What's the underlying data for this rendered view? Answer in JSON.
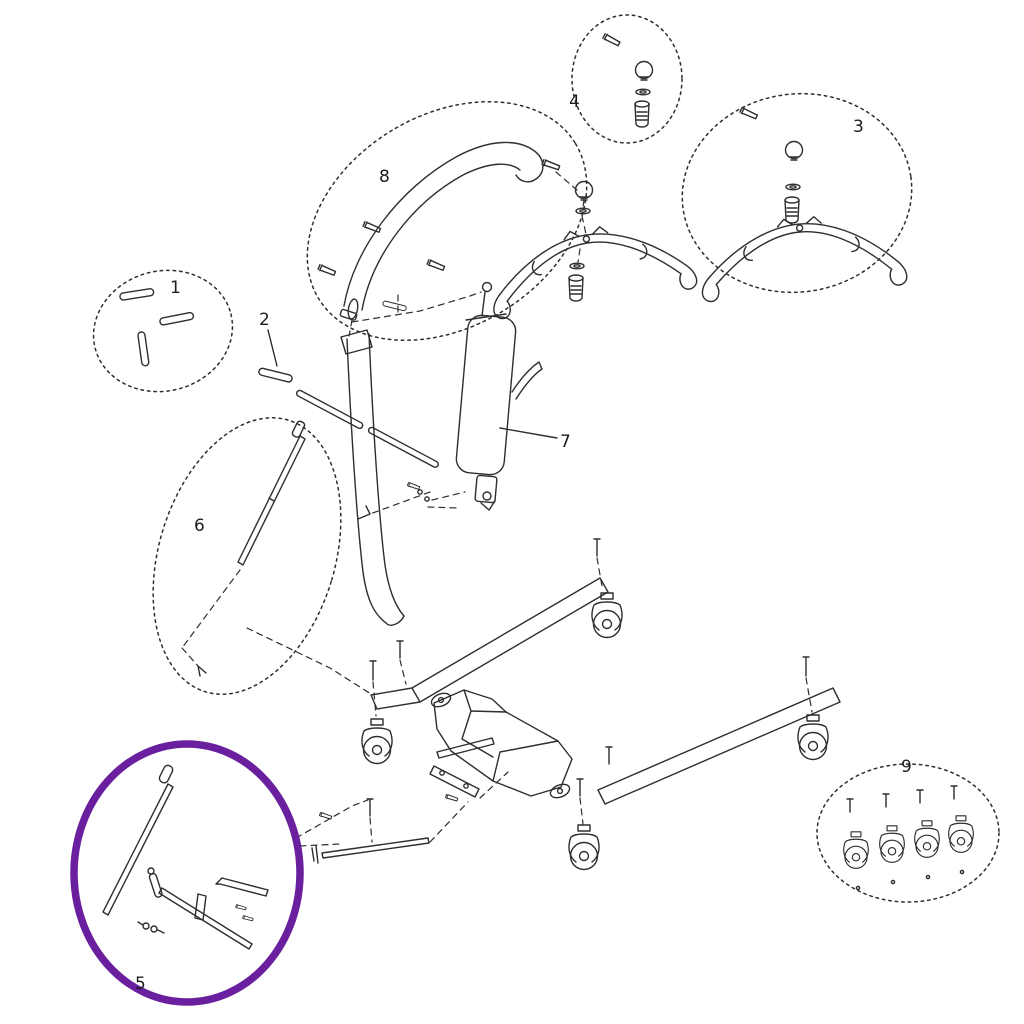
{
  "diagram": {
    "background": "#ffffff",
    "line_color": "#2e2e2e",
    "highlight_color": "#6a1f9e"
  },
  "parts": [
    {
      "label": "1",
      "name": "pin-kit"
    },
    {
      "label": "2",
      "name": "pivot-pin"
    },
    {
      "label": "3",
      "name": "swivel-bar-assembly"
    },
    {
      "label": "4",
      "name": "swivel-bar-bolt-kit"
    },
    {
      "label": "5",
      "name": "pump-handle-kit",
      "highlighted": true
    },
    {
      "label": "6",
      "name": "adjustment-rod"
    },
    {
      "label": "7",
      "name": "hydraulic-cylinder"
    },
    {
      "label": "8",
      "name": "boom-arm"
    },
    {
      "label": "9",
      "name": "caster-set"
    }
  ]
}
